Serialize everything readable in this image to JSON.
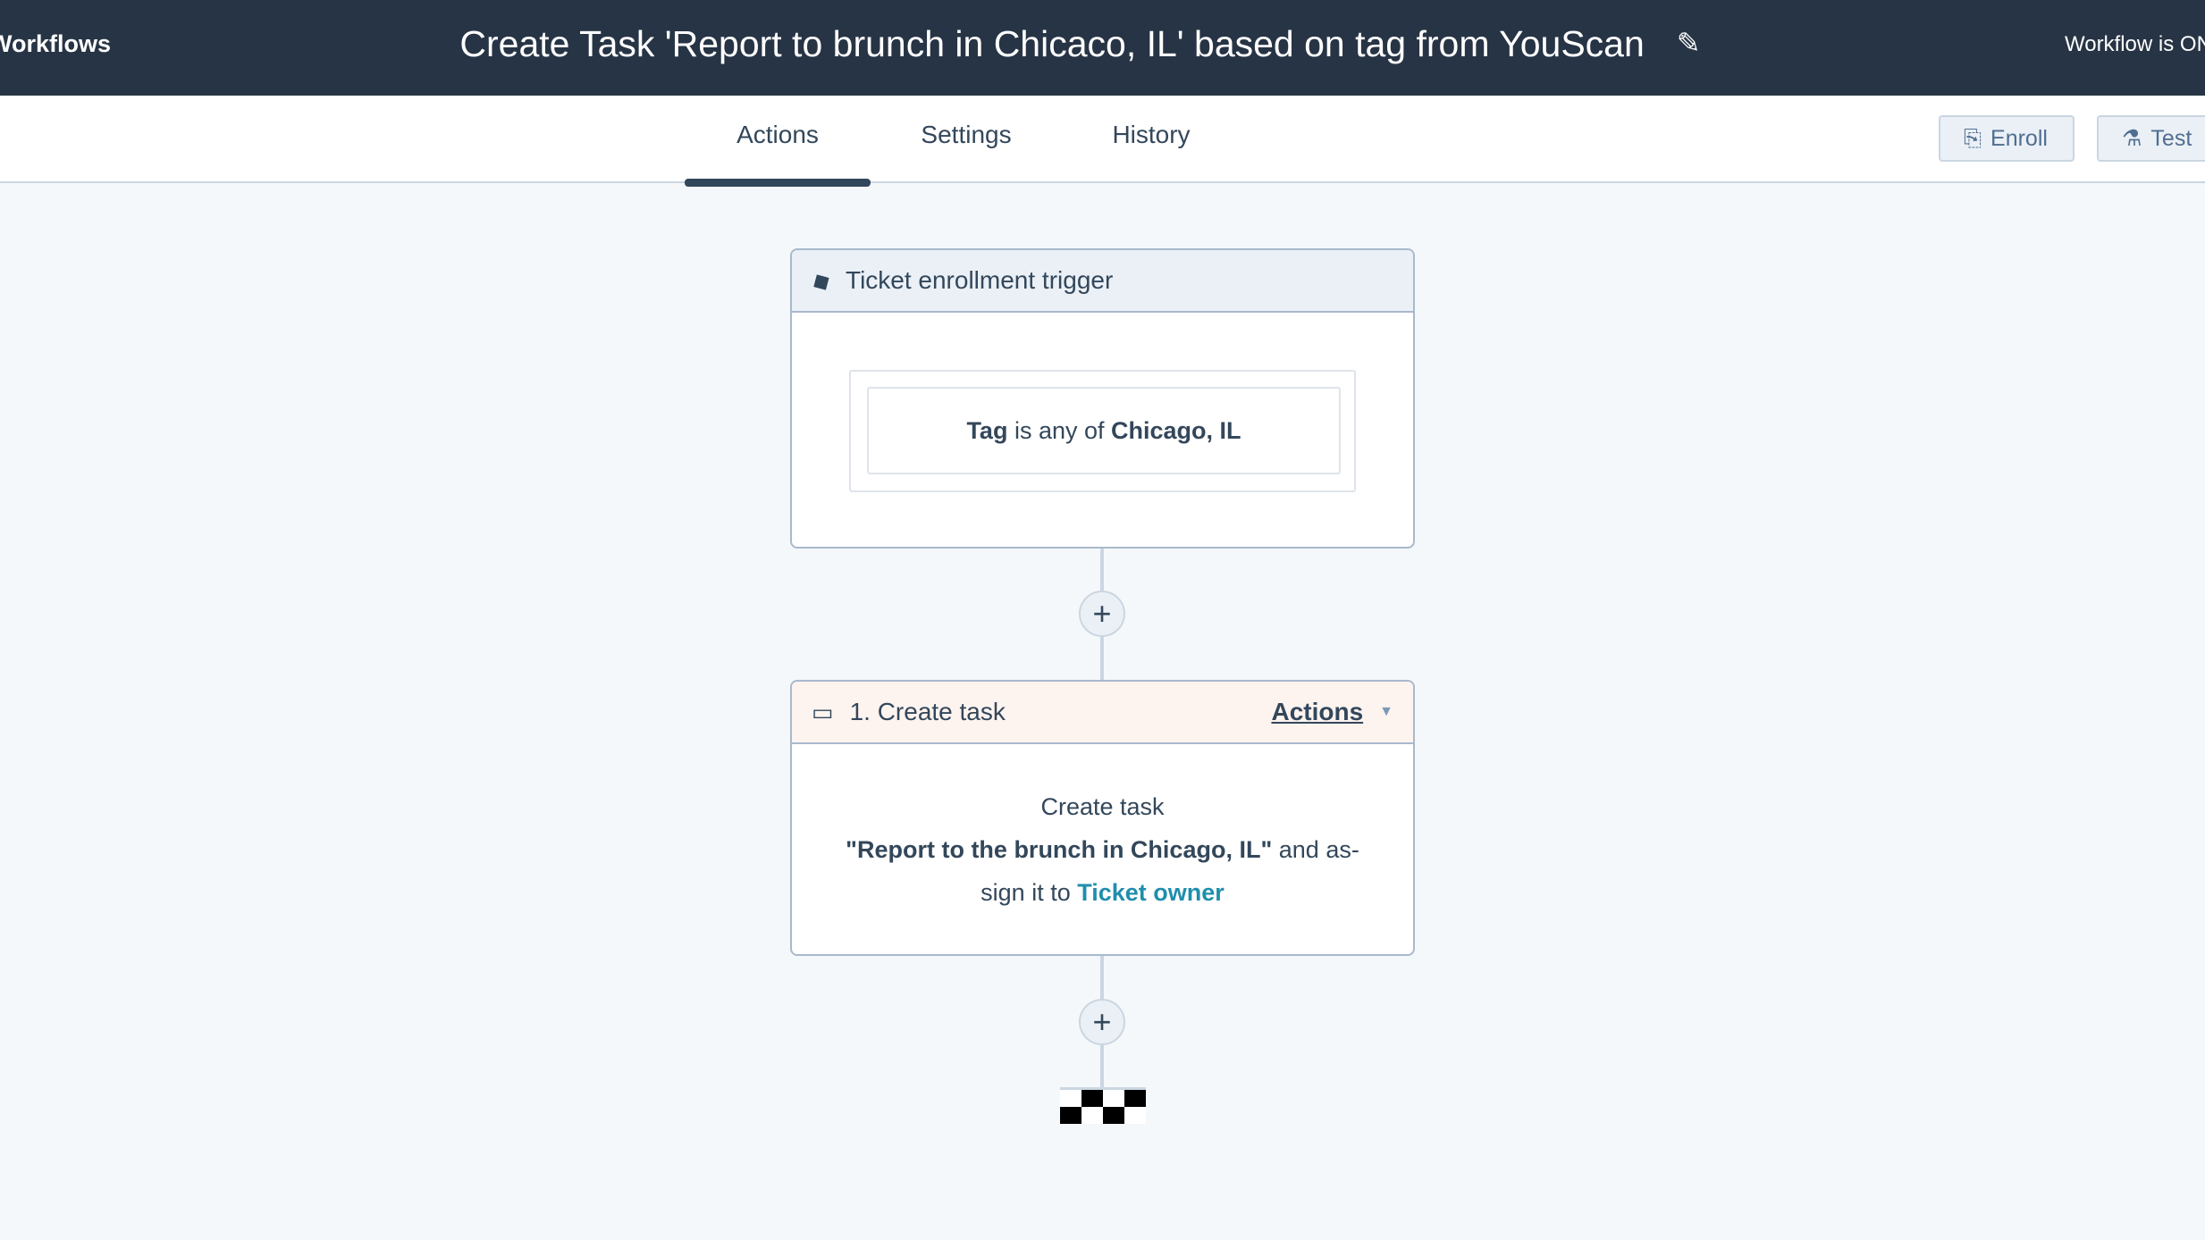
{
  "header": {
    "back_label": "Workflows",
    "title": "Create Task 'Report to brunch in Chicaco, IL' based on tag from YouScan",
    "status": "Workflow is ON",
    "edit_icon": "pencil-icon"
  },
  "tabs": [
    {
      "label": "Actions",
      "active": true
    },
    {
      "label": "Settings"
    },
    {
      "label": "History"
    }
  ],
  "buttons": {
    "enroll": "Enroll",
    "test": "Test"
  },
  "trigger": {
    "title": "Ticket enrollment trigger",
    "icon": "ticket-icon",
    "cond_prop": "Tag",
    "cond_op": "is any of",
    "cond_value": "Chicago, IL"
  },
  "action": {
    "title": "1. Create task",
    "menu": "Actions",
    "line1": "Create task",
    "task_name": "\"Report to the brunch in Chicago, IL\"",
    "line2_suffix": "and as-",
    "line3_prefix": "sign it to",
    "assignee": "Ticket owner",
    "icon": "task-icon"
  },
  "colors": {
    "header": "#273445",
    "link": "#1f8ead",
    "action_header": "#fdf3ef",
    "trigger_header": "#eaf0f6"
  }
}
